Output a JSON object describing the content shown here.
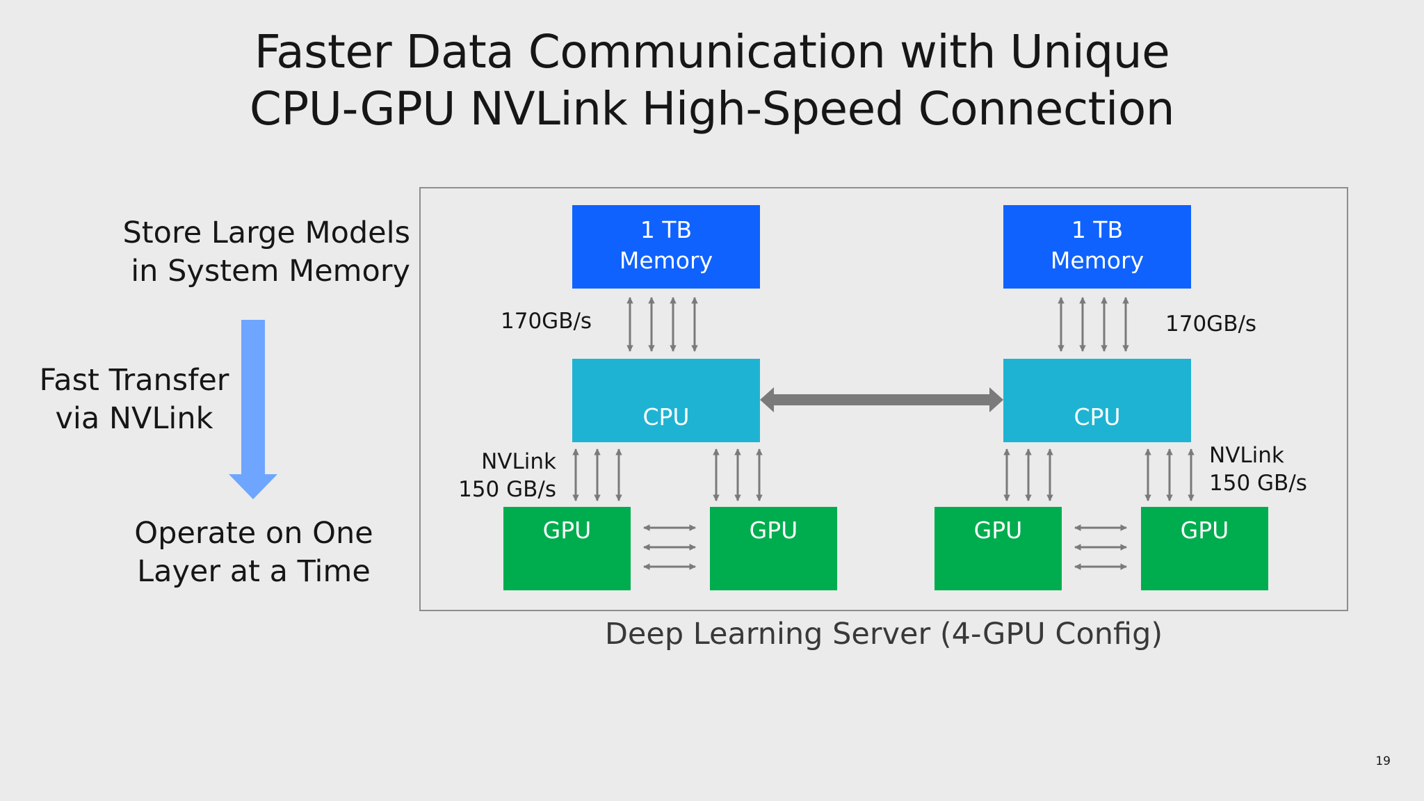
{
  "title": {
    "line1": "Faster Data Communication with Unique",
    "line2": "CPU-GPU NVLink High-Speed Connection"
  },
  "left": {
    "store": {
      "line1": "Store Large Models",
      "line2": "in System Memory"
    },
    "transfer": {
      "line1": "Fast Transfer",
      "line2": "via NVLink"
    },
    "operate": {
      "line1": "Operate on One",
      "line2": "Layer at a Time"
    }
  },
  "diagram": {
    "memory": {
      "line1": "1 TB",
      "line2": "Memory"
    },
    "cpu_label": "CPU",
    "gpu_label": "GPU",
    "memory_bandwidth": "170GB/s",
    "nvlink": {
      "line1": "NVLink",
      "line2": "150 GB/s"
    },
    "caption": "Deep Learning Server (4-GPU Config)"
  },
  "colors": {
    "memory": "#0f62fe",
    "cpu": "#1fb3d3",
    "gpu": "#00ad4e",
    "flow_arrow": "#6ea6ff",
    "connector": "#7a7a7a"
  },
  "page_number": "19"
}
